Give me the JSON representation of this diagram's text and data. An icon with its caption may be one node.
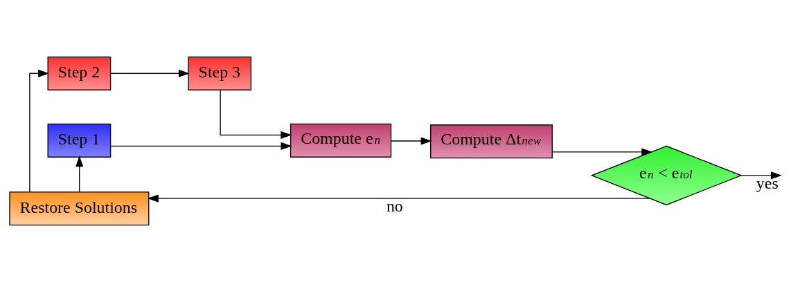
{
  "diagram": {
    "nodes": [
      {
        "text": [
          "Step 1"
        ]
      },
      {
        "text": [
          "Step 2"
        ]
      },
      {
        "text": [
          "Step 3"
        ]
      },
      {
        "text": [
          "Compute e$_{n}$"
        ]
      },
      {
        "text": [
          "Compute Δt$_{new}$"
        ]
      },
      {
        "text": [
          "e$_{n}$ < e$_{tol}$"
        ]
      },
      {
        "text": [
          "Restore Solutions"
        ]
      }
    ],
    "edges": [
      {
        "from": 6,
        "to": 0,
        "arrow": "to"
      },
      {
        "from": 6,
        "to": 1,
        "arrow": "to"
      },
      {
        "from": 0,
        "to": 3,
        "arrow": "to"
      },
      {
        "from": 1,
        "to": 2,
        "arrow": "to"
      },
      {
        "from": 2,
        "to": 3,
        "arrow": "to"
      },
      {
        "from": 3,
        "to": 4,
        "arrow": "to"
      },
      {
        "from": 4,
        "to": 5,
        "arrow": "to"
      },
      {
        "from": 5,
        "to": null,
        "arrow": "to",
        "label": "yes"
      },
      {
        "from": 5,
        "to": 6,
        "arrow": "to",
        "label": "no"
      }
    ]
  }
}
